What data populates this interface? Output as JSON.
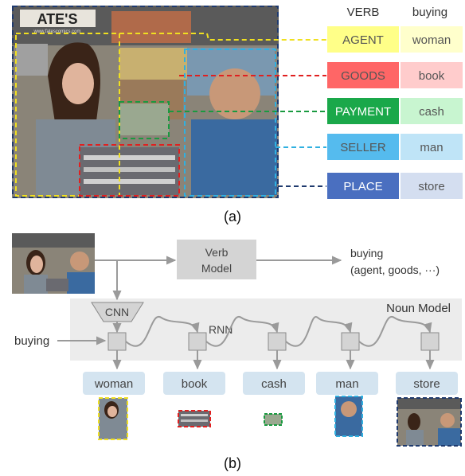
{
  "part_a": {
    "caption": "(a)",
    "header": {
      "verb_label": "VERB",
      "verb_value": "buying"
    },
    "roles": [
      {
        "role": "AGENT",
        "value": "woman",
        "role_color": "#ffff88",
        "value_color": "#ffffcc",
        "box_color": "#f0e020"
      },
      {
        "role": "GOODS",
        "value": "book",
        "role_color": "#ff6666",
        "value_color": "#ffcccc",
        "box_color": "#e02020"
      },
      {
        "role": "PAYMENT",
        "value": "cash",
        "role_color": "#1aa84a",
        "value_color": "#c8f5d0",
        "box_color": "#1a9a40"
      },
      {
        "role": "SELLER",
        "value": "man",
        "role_color": "#55bbee",
        "value_color": "#bfe4f7",
        "box_color": "#30b0e0"
      },
      {
        "role": "PLACE",
        "value": "store",
        "role_color": "#4a6fc0",
        "value_color": "#d4def0",
        "box_color": "#1f3a6e"
      }
    ],
    "photo_sign": "ATE'S",
    "photo_sign_small": "www.fatescomics.com"
  },
  "part_b": {
    "caption": "(b)",
    "verb_model_line1": "Verb",
    "verb_model_line2": "Model",
    "verb_output_line1": "buying",
    "verb_output_line2": "(agent, goods, ···)",
    "cnn_label": "CNN",
    "rnn_label": "RNN",
    "noun_model_label": "Noun Model",
    "input_verb": "buying",
    "outputs": [
      "woman",
      "book",
      "cash",
      "man",
      "store"
    ]
  }
}
